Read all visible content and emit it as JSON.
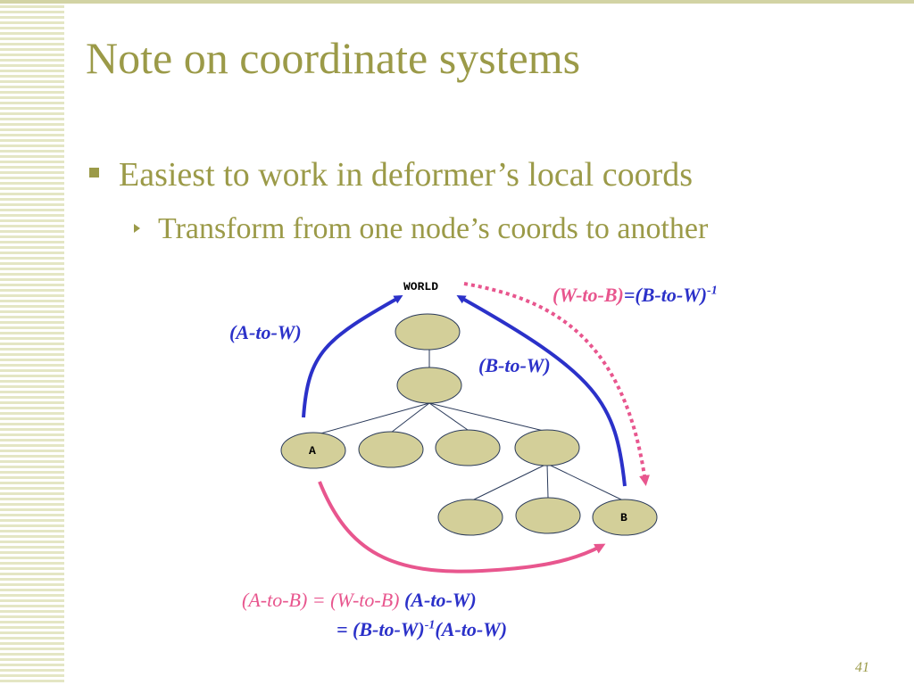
{
  "slide": {
    "title": "Note on coordinate systems",
    "bullet_1": "Easiest to work in deformer’s local coords",
    "bullet_2": "Transform from one node’s coords to another",
    "page_number": "41"
  },
  "diagram": {
    "nodes": {
      "world": "WORLD",
      "a": "A",
      "b": "B"
    },
    "labels": {
      "a_to_w": "(A-to-W)",
      "b_to_w": "(B-to-W)",
      "w_to_b": "(W-to-B)",
      "w_to_b_eq": "=(B-to-W)",
      "inverse_exp": "-1"
    },
    "equation": {
      "line1_pink": "(A-to-B) = (W-to-B)",
      "line1_blue": " (A-to-W)",
      "line2_a": "= (B-to-W)",
      "line2_exp": "-1",
      "line2_b": "(A-to-W)"
    },
    "colors": {
      "blue": "#2b31c9",
      "pink": "#e8568e",
      "node_fill": "#d3cf99",
      "title": "#9b9a48"
    }
  }
}
